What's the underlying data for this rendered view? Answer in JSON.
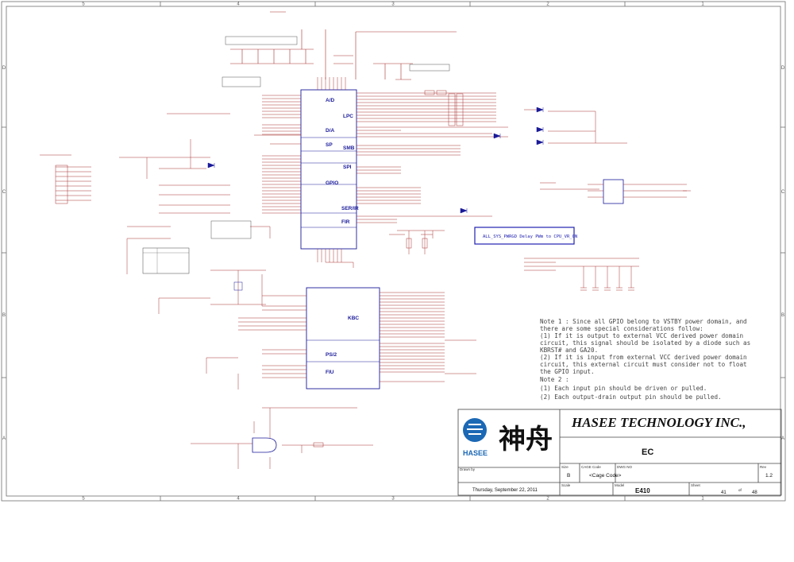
{
  "frame": {
    "column_labels": [
      "5",
      "4",
      "3",
      "2",
      "1"
    ],
    "row_labels": [
      "D",
      "C",
      "B",
      "A"
    ]
  },
  "blocks": {
    "ad": "A/D",
    "lpc": "LPC",
    "da": "D/A",
    "sp": "SP",
    "smb": "SMB",
    "spi": "SPI",
    "gpio": "GPIO",
    "ser_ir": "SER/IR",
    "fir": "FIR",
    "kbc": "KBC",
    "ps2": "PS/2",
    "fiu": "FIU"
  },
  "annotations": {
    "delay_box": "ALL_SYS_PWRGD Delay PWm to CPU_VR_ON",
    "note1_title": "Note 1 : Since all GPIO belong to VSTBY power domain, and",
    "note1_l2": "there are some special considerations follow:",
    "note1_l3": "(1) If it is output to external VCC derived power domain",
    "note1_l4": "circuit, this signal should be isolated by a diode such as",
    "note1_l5": "KBRST# and GA20.",
    "note1_l6": "(2) If it is input from external VCC derived power domain",
    "note1_l7": "circuit, this external circuit must consider not to float",
    "note1_l8": "the GPIO input.",
    "note2_title": "Note 2 :",
    "note2_l1": "(1) Each input pin should be driven or pulled.",
    "note2_l2": "(2) Each output-drain output pin should be pulled."
  },
  "title_block": {
    "company": "HASEE TECHNOLOGY INC.,",
    "logo_brand": "HASEE",
    "logo_chinese": "神舟",
    "title": "EC",
    "size_label": "Size",
    "size_value": "B",
    "cage_label": "CAGE Code",
    "cage_value": "<Cage Code>",
    "dwg_label": "DWG NO",
    "rev_label": "Rev",
    "rev_value": "1.2",
    "drawn_label": "Drawn by",
    "date": "Thursday, September 22, 2011",
    "scale_label": "Scale",
    "model_label": "Model",
    "model_value": "E410",
    "sheet_label": "Sheet",
    "sheet_value": "41",
    "of_label": "of",
    "sheet_total": "48"
  },
  "colors": {
    "frame": "#6e6e6e",
    "wire": "#a83030",
    "net_label": "#cc0000",
    "part": "#1a1a9a",
    "logo_blue": "#1b68b5"
  }
}
